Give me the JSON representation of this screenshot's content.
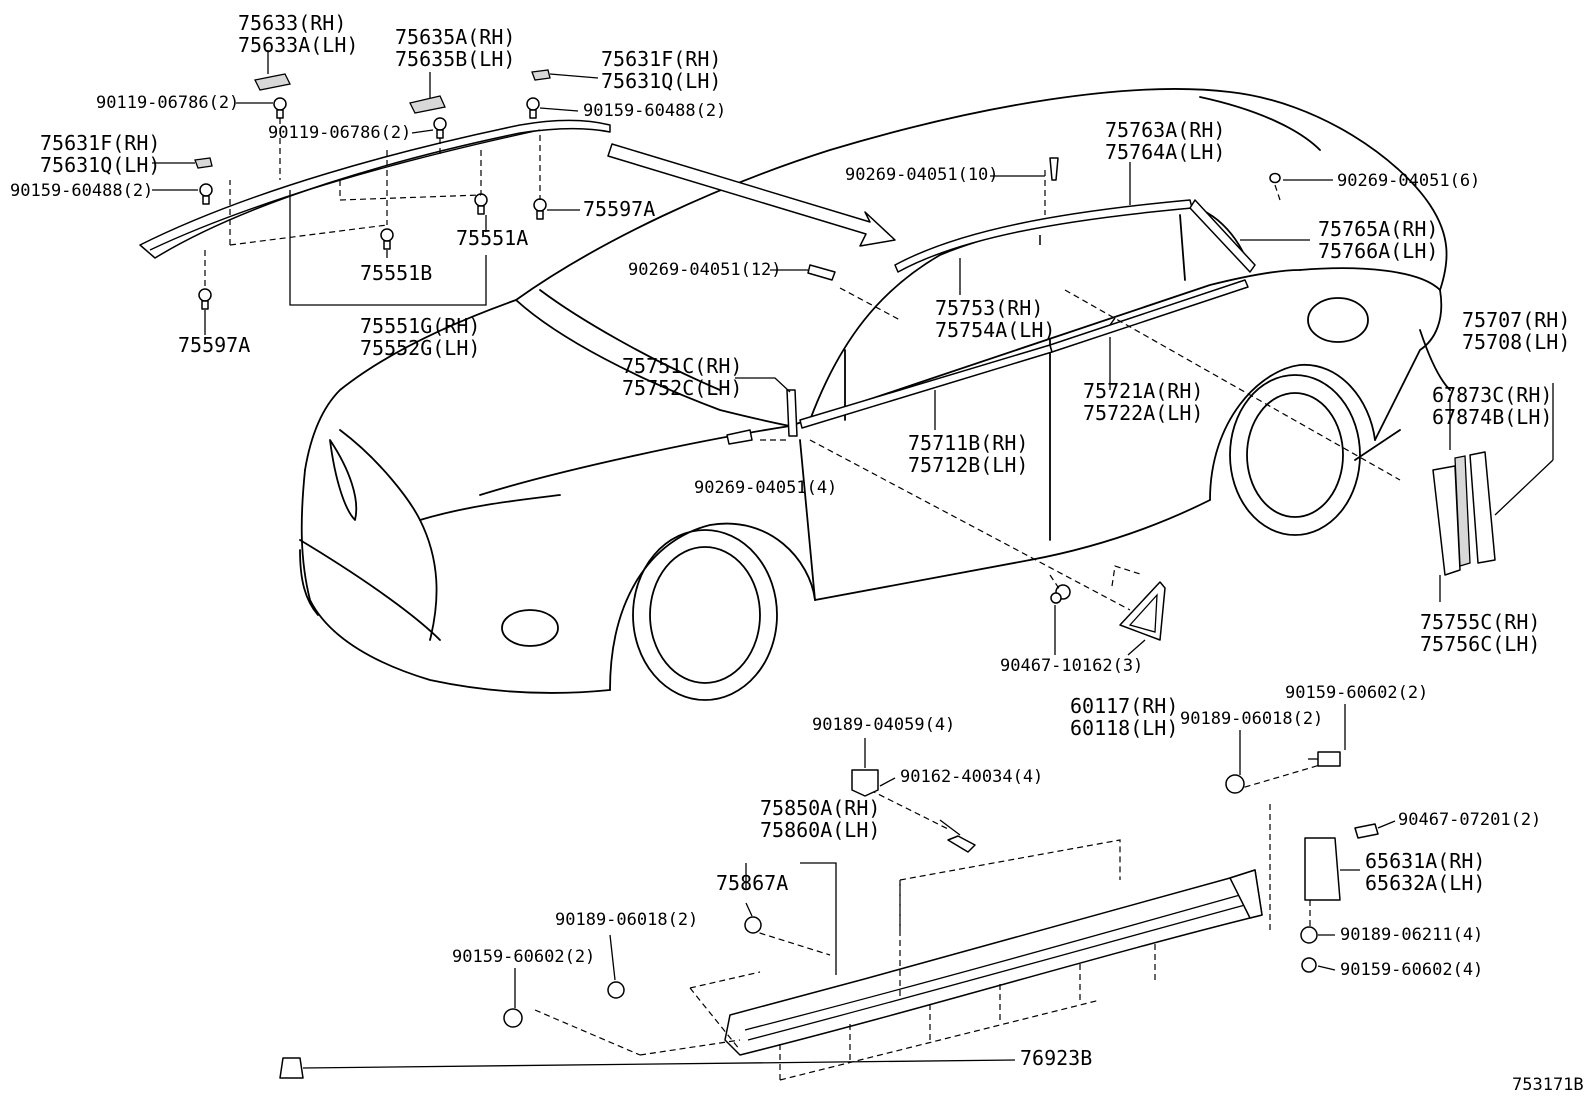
{
  "diagram_id": "753171B",
  "labels": [
    {
      "id": "l75633",
      "lines": [
        "75633(RH)",
        "75633A(LH)"
      ]
    },
    {
      "id": "l75635",
      "lines": [
        "75635A(RH)",
        "75635B(LH)"
      ]
    },
    {
      "id": "l75631top",
      "lines": [
        "75631F(RH)",
        "75631Q(LH)"
      ]
    },
    {
      "id": "l90119a",
      "lines": [
        "90119-06786(2)"
      ]
    },
    {
      "id": "l90119b",
      "lines": [
        "90119-06786(2)"
      ]
    },
    {
      "id": "l90159top",
      "lines": [
        "90159-60488(2)"
      ]
    },
    {
      "id": "l75631left",
      "lines": [
        "75631F(RH)",
        "75631Q(LH)"
      ]
    },
    {
      "id": "l90159left",
      "lines": [
        "90159-60488(2)"
      ]
    },
    {
      "id": "l75597Aa",
      "lines": [
        "75597A"
      ]
    },
    {
      "id": "l75551A",
      "lines": [
        "75551A"
      ]
    },
    {
      "id": "l75551B",
      "lines": [
        "75551B"
      ]
    },
    {
      "id": "l75551G",
      "lines": [
        "75551G(RH)",
        "75552G(LH)"
      ]
    },
    {
      "id": "l75597Ab",
      "lines": [
        "75597A"
      ]
    },
    {
      "id": "l90269_10",
      "lines": [
        "90269-04051(10)"
      ]
    },
    {
      "id": "l75763",
      "lines": [
        "75763A(RH)",
        "75764A(LH)"
      ]
    },
    {
      "id": "l90269_6",
      "lines": [
        "90269-04051(6)"
      ]
    },
    {
      "id": "l75765",
      "lines": [
        "75765A(RH)",
        "75766A(LH)"
      ]
    },
    {
      "id": "l90269_12",
      "lines": [
        "90269-04051(12)"
      ]
    },
    {
      "id": "l75753",
      "lines": [
        "75753(RH)",
        "75754A(LH)"
      ]
    },
    {
      "id": "l75707",
      "lines": [
        "75707(RH)",
        "75708(LH)"
      ]
    },
    {
      "id": "l67873",
      "lines": [
        "67873C(RH)",
        "67874B(LH)"
      ]
    },
    {
      "id": "l75751",
      "lines": [
        "75751C(RH)",
        "75752C(LH)"
      ]
    },
    {
      "id": "l75721",
      "lines": [
        "75721A(RH)",
        "75722A(LH)"
      ]
    },
    {
      "id": "l75711",
      "lines": [
        "75711B(RH)",
        "75712B(LH)"
      ]
    },
    {
      "id": "l90269_4",
      "lines": [
        "90269-04051(4)"
      ]
    },
    {
      "id": "l75755",
      "lines": [
        "75755C(RH)",
        "75756C(LH)"
      ]
    },
    {
      "id": "l90467_3",
      "lines": [
        "90467-10162(3)"
      ]
    },
    {
      "id": "l60117",
      "lines": [
        "60117(RH)",
        "60118(LH)"
      ]
    },
    {
      "id": "l90159_2r",
      "lines": [
        "90159-60602(2)"
      ]
    },
    {
      "id": "l90189_06018r",
      "lines": [
        "90189-06018(2)"
      ]
    },
    {
      "id": "l90189_04059",
      "lines": [
        "90189-04059(4)"
      ]
    },
    {
      "id": "l90162",
      "lines": [
        "90162-40034(4)"
      ]
    },
    {
      "id": "l75850",
      "lines": [
        "75850A(RH)",
        "75860A(LH)"
      ]
    },
    {
      "id": "l90467_2",
      "lines": [
        "90467-07201(2)"
      ]
    },
    {
      "id": "l75867A",
      "lines": [
        "75867A"
      ]
    },
    {
      "id": "l65631",
      "lines": [
        "65631A(RH)",
        "65632A(LH)"
      ]
    },
    {
      "id": "l90189_06018l",
      "lines": [
        "90189-06018(2)"
      ]
    },
    {
      "id": "l90189_06211",
      "lines": [
        "90189-06211(4)"
      ]
    },
    {
      "id": "l90159_2l",
      "lines": [
        "90159-60602(2)"
      ]
    },
    {
      "id": "l90159_4",
      "lines": [
        "90159-60602(4)"
      ]
    },
    {
      "id": "l76923B",
      "lines": [
        "76923B"
      ]
    }
  ]
}
